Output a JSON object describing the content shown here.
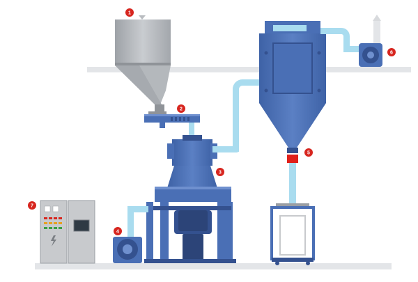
{
  "colors": {
    "equipment": "#4a6fb5",
    "equipment_dark": "#34518f",
    "equipment_light": "#6f90cf",
    "pipe": "#a9dcef",
    "pipe_edge": "#7fc3de",
    "hopper": "#b9bcc0",
    "hopper_dark": "#8f9398",
    "floor": "#e3e5e8",
    "cabinet": "#c8cacd",
    "cabinet_dark": "#9a9ea3",
    "badge": "#d7261f",
    "valve": "#e0201a"
  },
  "callouts": [
    {
      "number": "1"
    },
    {
      "number": "2"
    },
    {
      "number": "3"
    },
    {
      "number": "4"
    },
    {
      "number": "5"
    },
    {
      "number": "6"
    },
    {
      "number": "7"
    }
  ]
}
